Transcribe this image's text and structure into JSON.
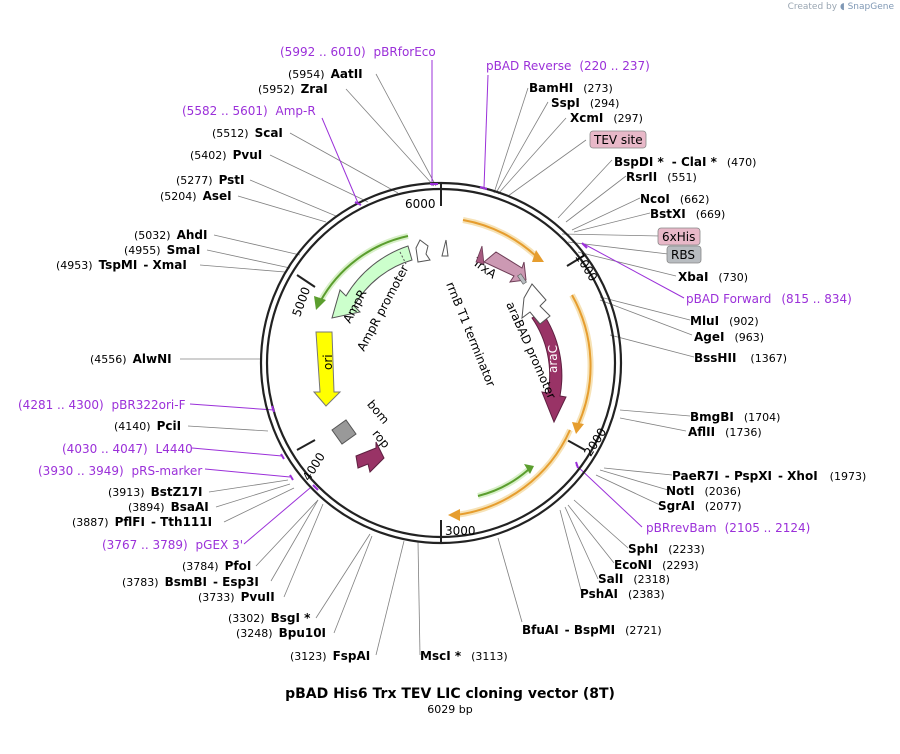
{
  "watermark": {
    "prefix": "Created by",
    "brand": "SnapGene"
  },
  "map": {
    "title": "pBAD His6 Trx TEV LIC cloning vector (8T)",
    "size": "6029 bp"
  },
  "ring_ticks": [
    "1000",
    "2000",
    "3000",
    "4000",
    "5000",
    "6000"
  ],
  "sites": [
    {
      "name": "AatII",
      "pos": "(5954)"
    },
    {
      "name": "ZraI",
      "pos": "(5952)"
    },
    {
      "name": "ScaI",
      "pos": "(5512)"
    },
    {
      "name": "PvuI",
      "pos": "(5402)"
    },
    {
      "name": "PstI",
      "pos": "(5277)"
    },
    {
      "name": "AseI",
      "pos": "(5204)"
    },
    {
      "name": "AhdI",
      "pos": "(5032)"
    },
    {
      "name": "SmaI",
      "pos": "(4955)"
    },
    {
      "name": "TspMI",
      "name2": "XmaI",
      "pos": "(4953)"
    },
    {
      "name": "AlwNI",
      "pos": "(4556)"
    },
    {
      "name": "PciI",
      "pos": "(4140)"
    },
    {
      "name": "BstZ17I",
      "pos": "(3913)"
    },
    {
      "name": "BsaAI",
      "pos": "(3894)"
    },
    {
      "name": "PflFI",
      "name2": "Tth111I",
      "pos": "(3887)"
    },
    {
      "name": "PfoI",
      "pos": "(3784)"
    },
    {
      "name": "BsmBI",
      "name2": "Esp3I",
      "pos": "(3783)"
    },
    {
      "name": "PvuII",
      "pos": "(3733)"
    },
    {
      "name": "BsgI *",
      "pos": "(3302)"
    },
    {
      "name": "Bpu10I",
      "pos": "(3248)"
    },
    {
      "name": "FspAI",
      "pos": "(3123)"
    },
    {
      "name": "MscI *",
      "pos": "(3113)"
    },
    {
      "name": "BfuAI",
      "name2": "BspMI",
      "pos": "(2721)"
    },
    {
      "name": "PshAI",
      "pos": "(2383)"
    },
    {
      "name": "SalI",
      "pos": "(2318)"
    },
    {
      "name": "EcoNI",
      "pos": "(2293)"
    },
    {
      "name": "SphI",
      "pos": "(2233)"
    },
    {
      "name": "SgrAI",
      "pos": "(2077)"
    },
    {
      "name": "NotI",
      "pos": "(2036)"
    },
    {
      "name": "PaeR7I",
      "name2": "PspXI",
      "name3": "XhoI",
      "pos": "(1973)"
    },
    {
      "name": "AflII",
      "pos": "(1736)"
    },
    {
      "name": "BmgBI",
      "pos": "(1704)"
    },
    {
      "name": "BssHII",
      "pos": "(1367)"
    },
    {
      "name": "AgeI",
      "pos": "(963)"
    },
    {
      "name": "MluI",
      "pos": "(902)"
    },
    {
      "name": "XbaI",
      "pos": "(730)"
    },
    {
      "name": "BstXI",
      "pos": "(669)"
    },
    {
      "name": "NcoI",
      "pos": "(662)"
    },
    {
      "name": "RsrII",
      "pos": "(551)"
    },
    {
      "name": "BspDI *",
      "name2": "ClaI *",
      "pos": "(470)"
    },
    {
      "name": "XcmI",
      "pos": "(297)"
    },
    {
      "name": "SspI",
      "pos": "(294)"
    },
    {
      "name": "BamHI",
      "pos": "(273)"
    }
  ],
  "primers": [
    {
      "range": "(5992 .. 6010)",
      "name": "pBRforEco"
    },
    {
      "range": "(220 .. 237)",
      "name": "pBAD Reverse"
    },
    {
      "range": "(5582 .. 5601)",
      "name": "Amp-R"
    },
    {
      "range": "(815 .. 834)",
      "name": "pBAD Forward"
    },
    {
      "range": "(4281 .. 4300)",
      "name": "pBR322ori-F"
    },
    {
      "range": "(4030 .. 4047)",
      "name": "L4440"
    },
    {
      "range": "(3930 .. 3949)",
      "name": "pRS-marker"
    },
    {
      "range": "(3767 .. 3789)",
      "name": "pGEX 3'"
    },
    {
      "range": "(2105 .. 2124)",
      "name": "pBRrevBam"
    }
  ],
  "boxed_features": [
    {
      "name": "TEV site",
      "color": "#e8b8c8"
    },
    {
      "name": "6xHis",
      "color": "#e8b8c8"
    },
    {
      "name": "RBS",
      "color": "#b8bcc0"
    }
  ],
  "features": [
    {
      "name": "araC",
      "color": "#993366"
    },
    {
      "name": "araBAD promoter",
      "color": "#ffffff"
    },
    {
      "name": "TrxA",
      "color": "#cc99b3"
    },
    {
      "name": "rrnB T1 terminator",
      "color": "#ffffff"
    },
    {
      "name": "AmpR",
      "color": "#ccffcc"
    },
    {
      "name": "AmpR promoter",
      "color": "#ffffff"
    },
    {
      "name": "ori",
      "color": "#ffff00"
    },
    {
      "name": "bom",
      "color": "#999999"
    },
    {
      "name": "rop",
      "color": "#993366"
    }
  ],
  "colors": {
    "primer": "#9b30d9",
    "orf_arrow": "#e69d2e",
    "orf_inner": "#5b9e2e"
  }
}
